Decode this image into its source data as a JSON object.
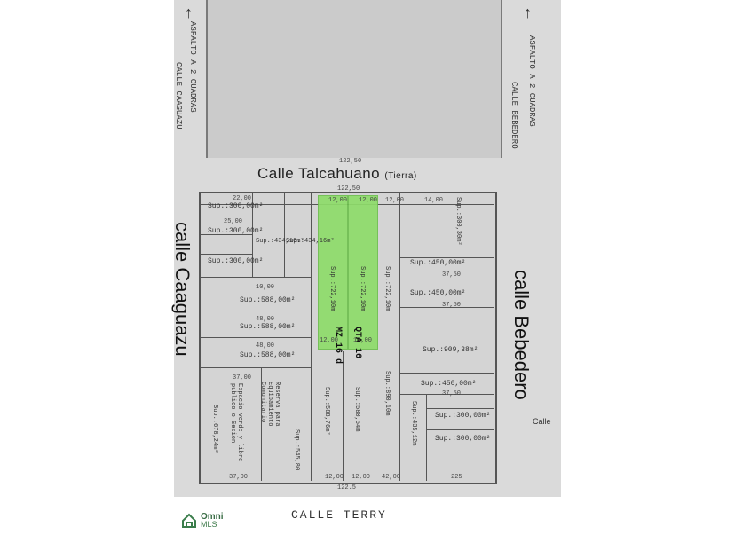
{
  "map": {
    "street_north": "Calle Talcahuano",
    "street_north_note": "(Tierra)",
    "street_west": "calle Caaguazu",
    "street_east": "calle Bebedero",
    "street_south": "CALLE TERRY",
    "street_east_small": "Calle",
    "road_left_note": "ASFALTO A 2 CUADRAS",
    "road_left_name": "CALLE CAAGUAZU",
    "road_right_note": "ASFALTO A 2 CUADRAS",
    "road_right_name": "CALLE BEBEDERO",
    "top_dimension": "122,50",
    "top_dimension_inner": "122,50",
    "bottom_dimension": "122.5",
    "manzana_label": "QTA 16",
    "manzana_label2": "MZ 16 d",
    "highlight_color": "#8edc6a",
    "lots": [
      "Sup.:300,00m²",
      "Sup.:300,00m²",
      "Sup.:300,00m²",
      "Sup.:434,16m²",
      "Sup.:434,16m²",
      "Sup.:722,10m",
      "Sup.:722,10m",
      "Sup.:722,10m",
      "Sup.:450,00m²",
      "Sup.:450,00m²",
      "Sup.:588,00m²",
      "Sup.:588,00m²",
      "Sup.:588,00m²",
      "Sup.:909,38m²",
      "Sup.:450,00m²",
      "Sup.:588,76m²",
      "Sup.:580,54m",
      "Sup.:890,10m",
      "Sup.:435,12m",
      "Sup.:300,00m²",
      "Sup.:300,00m²",
      "Sup.:678,24m²",
      "Sup.:545,80",
      "Sup.:300,30m²"
    ],
    "notes": {
      "reserve": "Reserva para Equipamiento Comunitario",
      "green": "Espacio verde y libre publico o Sesion"
    },
    "dims": {
      "d22": "22,00",
      "d25": "25,00",
      "d12": "12,00",
      "d14": "14,00",
      "d37": "37,50",
      "d48": "48,00",
      "d10": "10,00",
      "d42": "42,00",
      "d225": "225",
      "d37b": "37,00"
    }
  },
  "brand": {
    "name": "Omni",
    "sub": "MLS",
    "color": "#3a7d4b"
  }
}
